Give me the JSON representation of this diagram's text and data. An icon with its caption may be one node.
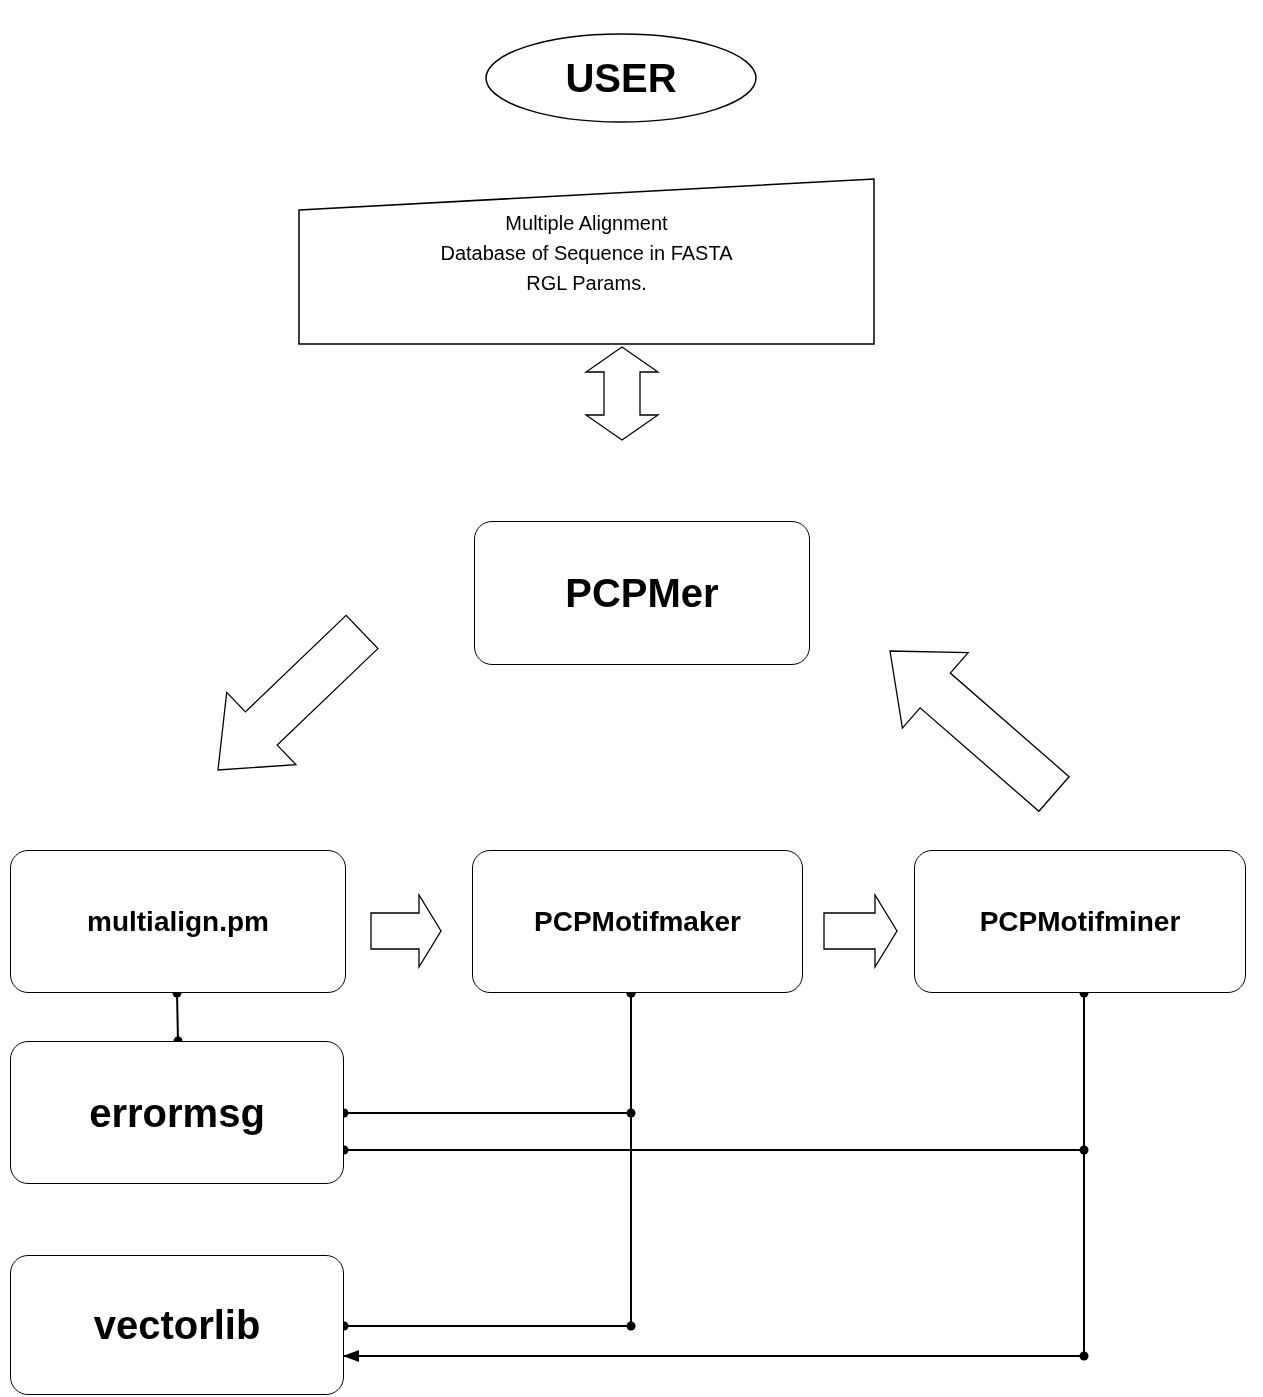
{
  "diagram": {
    "nodes": [
      {
        "text": [
          "USER"
        ]
      },
      {
        "text": [
          "Multiple Alignment",
          "Database of Sequence in FASTA",
          "RGL Params."
        ]
      },
      {
        "text": [
          "PCPMer"
        ]
      },
      {
        "text": [
          "multialign.pm"
        ]
      },
      {
        "text": [
          "PCPMotifmaker"
        ]
      },
      {
        "text": [
          "PCPMotifminer"
        ]
      },
      {
        "text": [
          "errormsg"
        ]
      },
      {
        "text": [
          "vectorlib"
        ]
      }
    ],
    "edges": [
      {
        "from": 1,
        "to": 2,
        "arrow": "both",
        "style": "thick"
      },
      {
        "from": 2,
        "to": 3,
        "arrow": "to",
        "style": "thick"
      },
      {
        "from": 3,
        "to": 4,
        "arrow": "to",
        "style": "thick"
      },
      {
        "from": 4,
        "to": 5,
        "arrow": "to",
        "style": "thick"
      },
      {
        "from": 5,
        "to": 2,
        "arrow": "to",
        "style": "thick"
      },
      {
        "from": 3,
        "to": 6,
        "arrow": "other"
      },
      {
        "from": 4,
        "to": 6,
        "arrow": "other"
      },
      {
        "from": 5,
        "to": 6,
        "arrow": "other"
      },
      {
        "from": 4,
        "to": 7,
        "arrow": "other"
      },
      {
        "from": 5,
        "to": 7,
        "arrow": "to"
      }
    ]
  }
}
